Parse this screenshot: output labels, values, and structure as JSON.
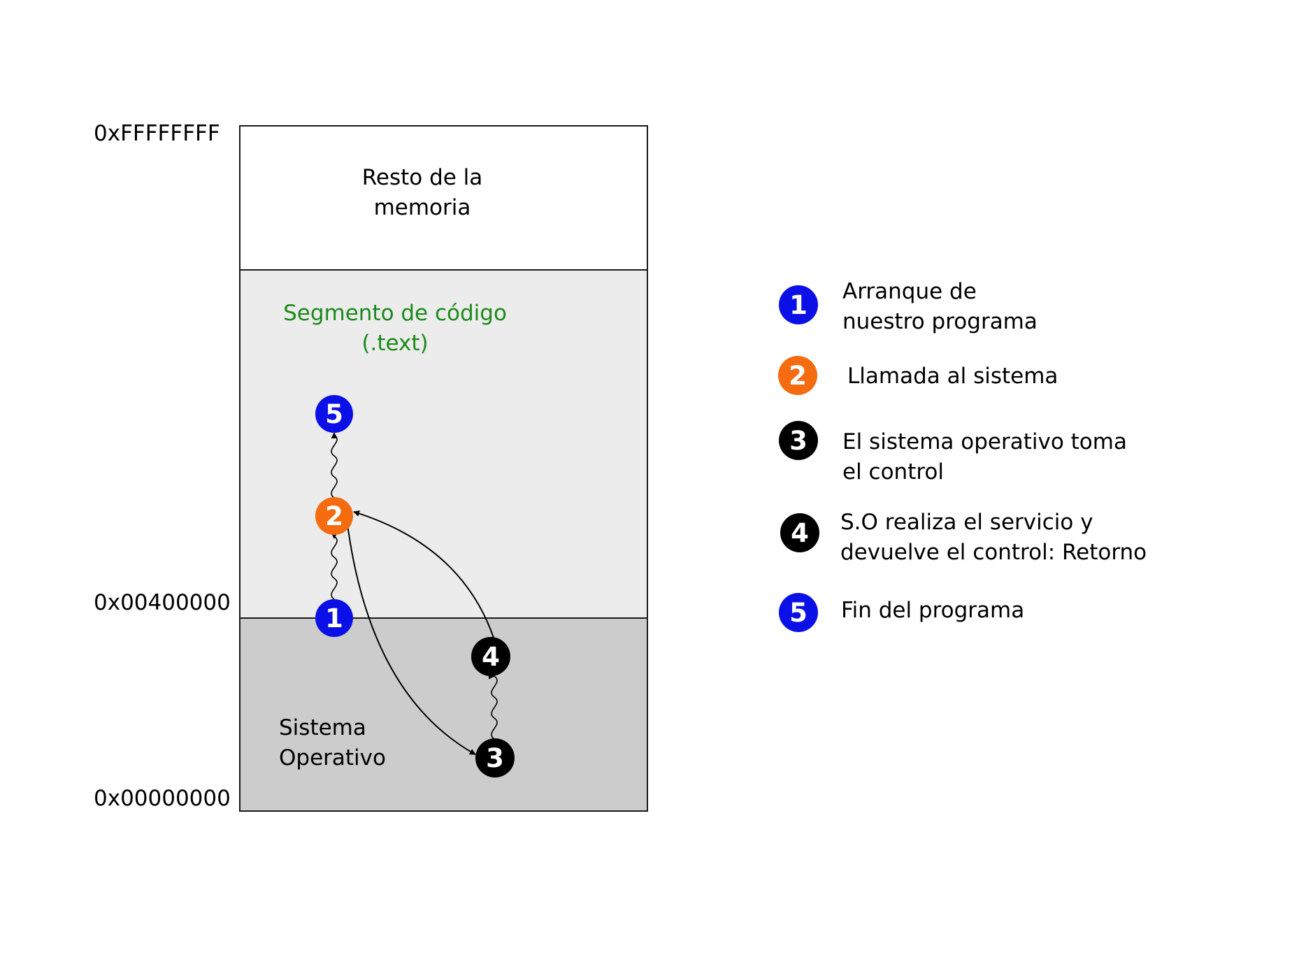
{
  "addresses": {
    "top": "0xFFFFFFFF",
    "text_start": "0x00400000",
    "bottom": "0x00000000"
  },
  "regions": {
    "rest": {
      "line1": "Resto de la",
      "line2": "memoria",
      "fill": "#ffffff"
    },
    "code": {
      "line1": "Segmento de código",
      "line2": "(.text)",
      "fill": "#ececec",
      "label_color": "#1a8a1a"
    },
    "os": {
      "line1": "Sistema",
      "line2": "Operativo",
      "fill": "#cccccc"
    }
  },
  "colors": {
    "blue": "#0a10e6",
    "orange": "#f46b10",
    "black": "#000000",
    "outline": "#1a1a1a"
  },
  "steps": [
    {
      "num": "1",
      "color": "blue",
      "line1": "Arranque de",
      "line2": "nuestro programa"
    },
    {
      "num": "2",
      "color": "orange",
      "line1": "Llamada al sistema",
      "line2": ""
    },
    {
      "num": "3",
      "color": "black",
      "line1": "El sistema operativo toma",
      "line2": "el control"
    },
    {
      "num": "4",
      "color": "black",
      "line1": "S.O realiza el servicio y",
      "line2": "devuelve el control: Retorno"
    },
    {
      "num": "5",
      "color": "blue",
      "line1": "Fin del programa",
      "line2": ""
    }
  ]
}
